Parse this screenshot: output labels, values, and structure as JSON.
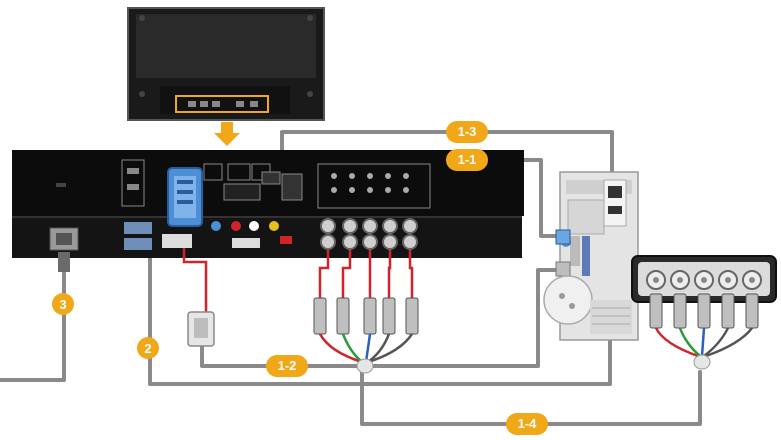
{
  "labels": {
    "conn_1_1": "1-1",
    "conn_1_2": "1-2",
    "conn_1_3": "1-3",
    "conn_1_4": "1-4",
    "conn_2": "2",
    "conn_3": "3"
  },
  "colors": {
    "badge": "#f0a818",
    "cable": "#8a8a8a",
    "panel": "#0c0c0c",
    "red_wire": "#d0242a",
    "green_wire": "#2e9a3c",
    "blue_wire": "#2d5fbf",
    "dvi_blue": "#4d8fd6"
  }
}
